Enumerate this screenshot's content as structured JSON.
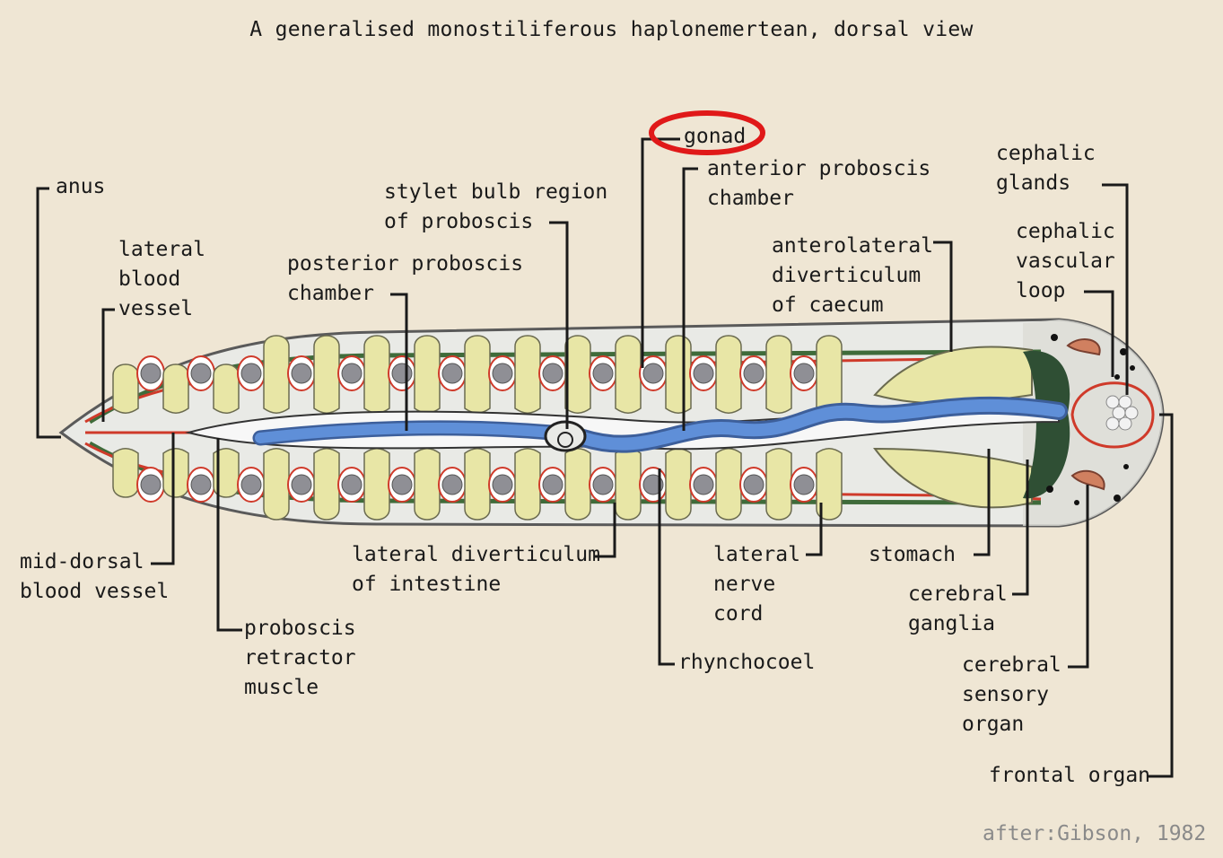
{
  "title": "A generalised monostiliferous haplonemertean, dorsal view",
  "credit": "after:Gibson, 1982",
  "highlight": {
    "label": "gonad",
    "color": "#e01919"
  },
  "colors": {
    "background": "#efe6d4",
    "body": "#e9eae6",
    "intestine": "#e8e6a6",
    "proboscis": "#5f8fd8",
    "blood_vessel": "#cf3a2a",
    "nerve_cord": "#3f6b3a",
    "ganglia": "#2f4f34",
    "gonad": "#8f8f95"
  },
  "labels": {
    "anus": [
      "anus"
    ],
    "lateral_blood_vessel": [
      "lateral",
      "blood",
      "vessel"
    ],
    "mid_dorsal_blood_vessel": [
      "mid-dorsal",
      "blood vessel"
    ],
    "posterior_proboscis_chamber": [
      "posterior proboscis",
      "chamber"
    ],
    "stylet_bulb_region": [
      "stylet bulb region",
      "of proboscis"
    ],
    "gonad": [
      "gonad"
    ],
    "anterior_proboscis_chamber": [
      "anterior proboscis",
      "chamber"
    ],
    "anterolateral_diverticulum": [
      "anterolateral",
      "diverticulum",
      "of caecum"
    ],
    "cephalic_glands": [
      "cephalic",
      "glands"
    ],
    "cephalic_vascular_loop": [
      "cephalic",
      "vascular",
      "loop"
    ],
    "proboscis_retractor_muscle": [
      "proboscis",
      "retractor",
      "muscle"
    ],
    "lateral_diverticulum_of_intestine": [
      "lateral diverticulum",
      "of intestine"
    ],
    "lateral_nerve_cord": [
      "lateral",
      "nerve",
      "cord"
    ],
    "rhynchocoel": [
      "rhynchocoel"
    ],
    "stomach": [
      "stomach"
    ],
    "cerebral_ganglia": [
      "cerebral",
      "ganglia"
    ],
    "cerebral_sensory_organ": [
      "cerebral",
      "sensory",
      "organ"
    ],
    "frontal_organ": [
      "frontal organ"
    ]
  }
}
